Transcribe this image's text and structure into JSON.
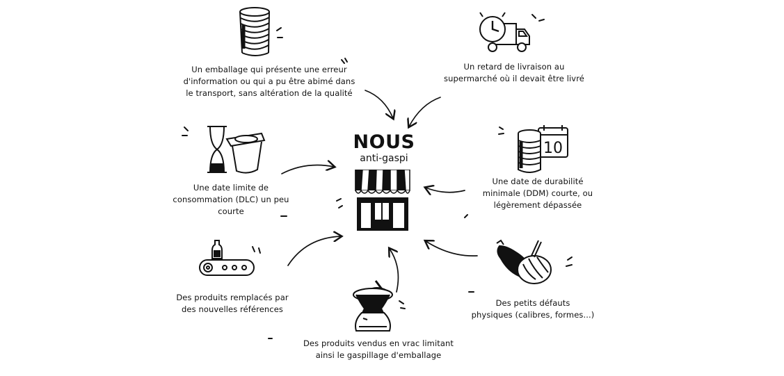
{
  "center": {
    "title": "NOUS",
    "subtitle": "anti-gaspi",
    "icon": "storefront-icon"
  },
  "items": [
    {
      "id": "packaging",
      "icon": "crushed-can-icon",
      "lines": [
        "Un emballage qui présente une erreur",
        "d'information ou qui a pu être abimé dans",
        "le transport, sans altération de la qualité"
      ]
    },
    {
      "id": "delivery",
      "icon": "delivery-truck-clock-icon",
      "lines": [
        "Un retard de livraison au",
        "supermarché où il devait être livré"
      ]
    },
    {
      "id": "dlc",
      "icon": "hourglass-yogurt-icon",
      "lines": [
        "Une date limite de",
        "consommation (DLC) un peu",
        "courte"
      ]
    },
    {
      "id": "ddm",
      "icon": "can-calendar-icon",
      "calendar_day": "10",
      "lines": [
        "Une date de durabilité",
        "minimale (DDM) courte, ou",
        "légèrement dépassée"
      ]
    },
    {
      "id": "references",
      "icon": "conveyor-bottle-icon",
      "lines": [
        "Des produits remplacés par",
        "des nouvelles références"
      ]
    },
    {
      "id": "defects",
      "icon": "eggplant-squash-icon",
      "lines": [
        "Des petits défauts",
        "physiques (calibres, formes...)"
      ]
    },
    {
      "id": "bulk",
      "icon": "bulk-sack-scoop-icon",
      "lines": [
        "Des produits vendus en vrac limitant",
        "ainsi le gaspillage d'emballage"
      ]
    }
  ]
}
